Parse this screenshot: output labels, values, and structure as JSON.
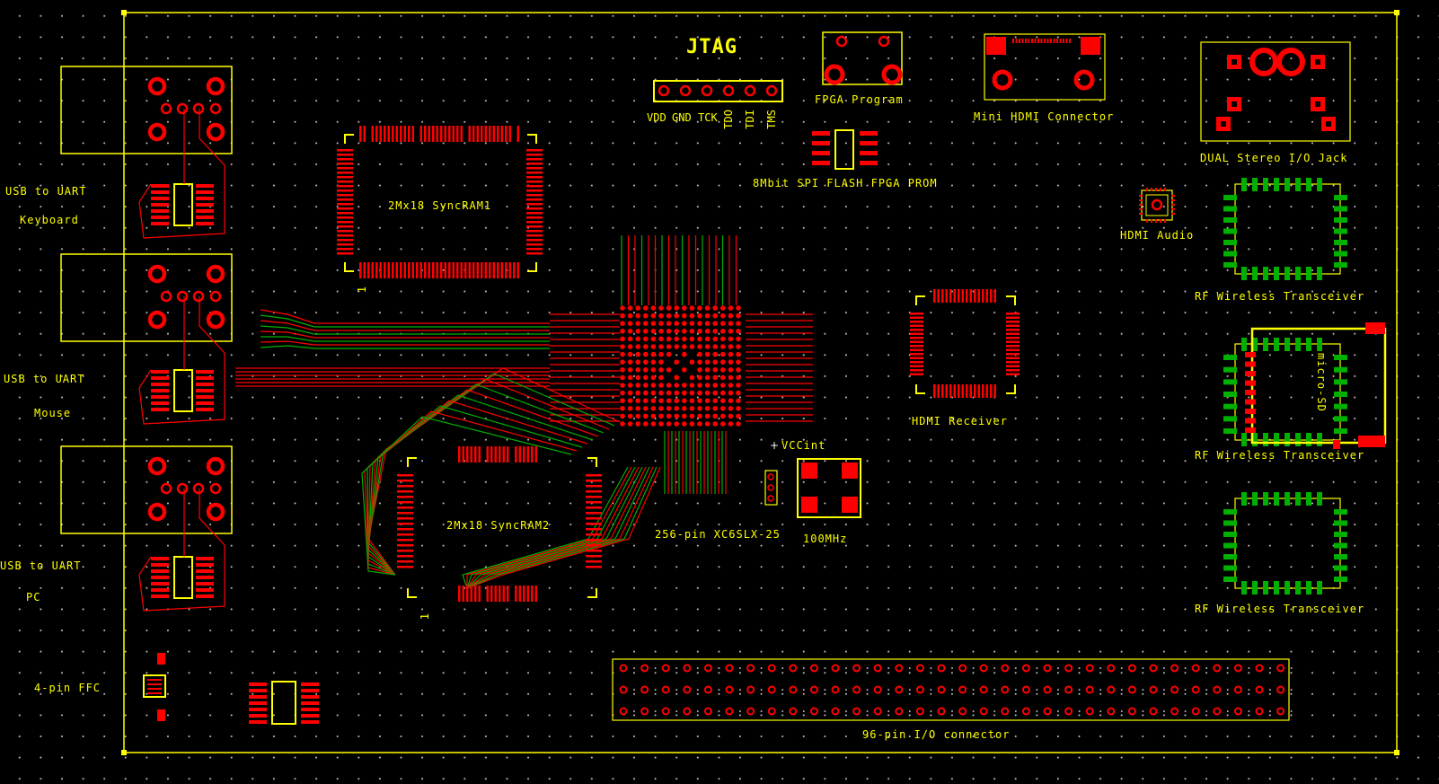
{
  "colors": {
    "silk": "#ffff00",
    "copper_top": "#ff0000",
    "copper_bottom": "#00b000",
    "grid": "#bbbbbb",
    "background": "#000000"
  },
  "labels": {
    "jtag": "JTAG",
    "jtag_pins": [
      "VDD",
      "GND",
      "TCK",
      "TDO",
      "TDI",
      "TMS"
    ],
    "fpga_program": "FPGA Program",
    "mini_hdmi": "Mini HDMI Connector",
    "dual_stereo": "DUAL Stereo I/O Jack",
    "spi_flash": "8Mbit SPI FLASH FPGA PROM",
    "hdmi_audio": "HDMI Audio",
    "rf1": "RF Wireless Transceiver",
    "rf2": "RF Wireless Transceiver",
    "rf3": "RF Wireless Transceiver",
    "micro_sd": "micro-SD",
    "sram1": "2Mx18 SyncRAM1",
    "sram2": "2Mx18 SyncRAM2",
    "fpga": "256-pin XC6SLX-25",
    "hdmi_receiver": "HDMI Receiver",
    "vccint": "VCCint",
    "osc": "100MHz",
    "usb1": "USB to UART",
    "usb1_sub": "Keyboard",
    "usb2": "USB to UART",
    "usb2_sub": "Mouse",
    "usb3": "USB to UART",
    "usb3_sub": "PC",
    "ffc": "4-pin FFC",
    "io_connector": "96-pin I/O connector",
    "pin1_a": "1",
    "pin1_b": "1"
  }
}
